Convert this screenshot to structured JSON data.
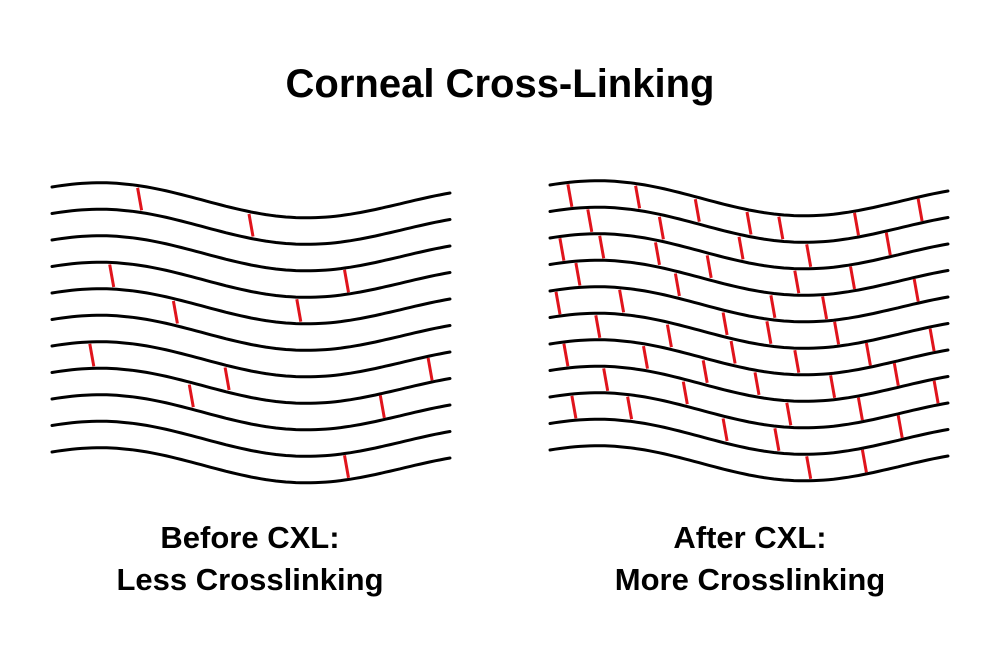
{
  "title": "Corneal Cross-Linking",
  "colors": {
    "fiber": "#000000",
    "crosslink": "#e0141c",
    "background": "#ffffff"
  },
  "panels": [
    {
      "caption_line1": "Before CXL:",
      "caption_line2": "Less Crosslinking",
      "fiber_count": 11,
      "crosslinks": [
        {
          "gap": 0,
          "x": 0.22
        },
        {
          "gap": 0,
          "x": 0.5
        },
        {
          "gap": 2,
          "x": 0.74
        },
        {
          "gap": 3,
          "x": 0.15
        },
        {
          "gap": 3,
          "x": 0.62
        },
        {
          "gap": 4,
          "x": 0.31
        },
        {
          "gap": 6,
          "x": 0.1
        },
        {
          "gap": 6,
          "x": 0.44
        },
        {
          "gap": 6,
          "x": 0.95
        },
        {
          "gap": 7,
          "x": 0.35
        },
        {
          "gap": 7,
          "x": 0.83
        },
        {
          "gap": 9,
          "x": 0.74
        }
      ]
    },
    {
      "caption_line1": "After CXL:",
      "caption_line2": "More Crosslinking",
      "fiber_count": 11,
      "crosslinks": [
        {
          "gap": 0,
          "x": 0.05
        },
        {
          "gap": 0,
          "x": 0.22
        },
        {
          "gap": 0,
          "x": 0.37
        },
        {
          "gap": 0,
          "x": 0.5
        },
        {
          "gap": 0,
          "x": 0.58
        },
        {
          "gap": 0,
          "x": 0.77
        },
        {
          "gap": 0,
          "x": 0.93
        },
        {
          "gap": 1,
          "x": 0.1
        },
        {
          "gap": 1,
          "x": 0.28
        },
        {
          "gap": 1,
          "x": 0.48
        },
        {
          "gap": 1,
          "x": 0.65
        },
        {
          "gap": 1,
          "x": 0.85
        },
        {
          "gap": 2,
          "x": 0.03
        },
        {
          "gap": 2,
          "x": 0.13
        },
        {
          "gap": 2,
          "x": 0.27
        },
        {
          "gap": 2,
          "x": 0.4
        },
        {
          "gap": 2,
          "x": 0.62
        },
        {
          "gap": 2,
          "x": 0.76
        },
        {
          "gap": 3,
          "x": 0.07
        },
        {
          "gap": 3,
          "x": 0.32
        },
        {
          "gap": 3,
          "x": 0.56
        },
        {
          "gap": 3,
          "x": 0.69
        },
        {
          "gap": 3,
          "x": 0.92
        },
        {
          "gap": 4,
          "x": 0.02
        },
        {
          "gap": 4,
          "x": 0.18
        },
        {
          "gap": 4,
          "x": 0.44
        },
        {
          "gap": 4,
          "x": 0.55
        },
        {
          "gap": 4,
          "x": 0.72
        },
        {
          "gap": 5,
          "x": 0.12
        },
        {
          "gap": 5,
          "x": 0.3
        },
        {
          "gap": 5,
          "x": 0.46
        },
        {
          "gap": 5,
          "x": 0.62
        },
        {
          "gap": 5,
          "x": 0.8
        },
        {
          "gap": 5,
          "x": 0.96
        },
        {
          "gap": 6,
          "x": 0.04
        },
        {
          "gap": 6,
          "x": 0.24
        },
        {
          "gap": 6,
          "x": 0.39
        },
        {
          "gap": 6,
          "x": 0.52
        },
        {
          "gap": 6,
          "x": 0.71
        },
        {
          "gap": 6,
          "x": 0.87
        },
        {
          "gap": 7,
          "x": 0.14
        },
        {
          "gap": 7,
          "x": 0.34
        },
        {
          "gap": 7,
          "x": 0.6
        },
        {
          "gap": 7,
          "x": 0.78
        },
        {
          "gap": 7,
          "x": 0.97
        },
        {
          "gap": 8,
          "x": 0.06
        },
        {
          "gap": 8,
          "x": 0.2
        },
        {
          "gap": 8,
          "x": 0.44
        },
        {
          "gap": 8,
          "x": 0.57
        },
        {
          "gap": 8,
          "x": 0.88
        },
        {
          "gap": 9,
          "x": 0.65
        },
        {
          "gap": 9,
          "x": 0.79
        }
      ]
    }
  ]
}
